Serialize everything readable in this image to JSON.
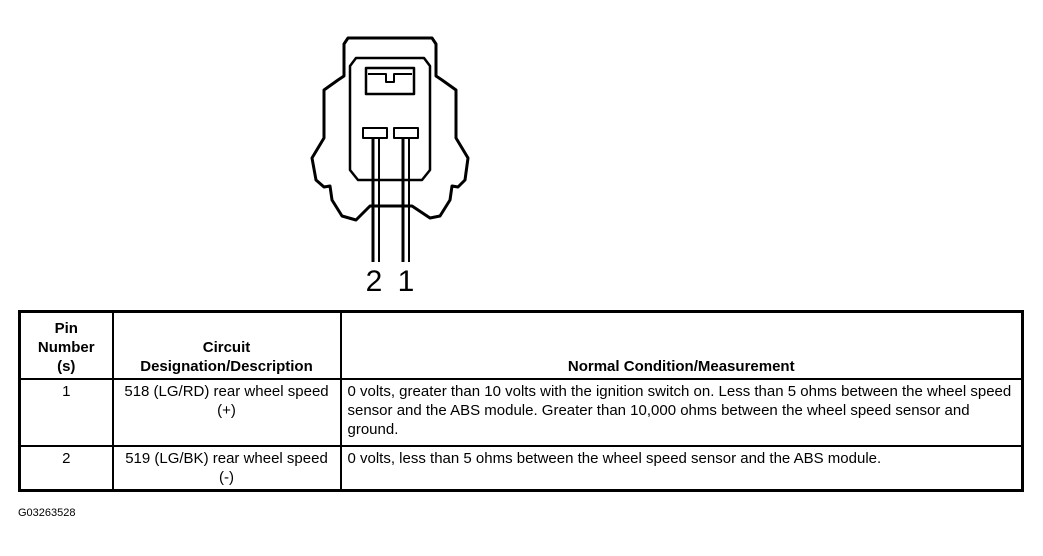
{
  "connector": {
    "pins": [
      {
        "label": "2"
      },
      {
        "label": "1"
      }
    ]
  },
  "table": {
    "headers": [
      "Pin Number (s)",
      "Circuit Designation/Description",
      "Normal Condition/Measurement"
    ],
    "rows": [
      {
        "pin": "1",
        "circuit": "518 (LG/RD) rear wheel speed (+)",
        "measurement": "0 volts, greater than 10 volts with the ignition switch on. Less than 5 ohms between the wheel speed sensor and the ABS module. Greater than 10,000 ohms between the wheel speed sensor and ground."
      },
      {
        "pin": "2",
        "circuit": "519 (LG/BK) rear wheel speed (-)",
        "measurement": "0 volts, less than 5 ohms between the wheel speed sensor and the ABS module."
      }
    ]
  },
  "figure_code": "G03263528"
}
